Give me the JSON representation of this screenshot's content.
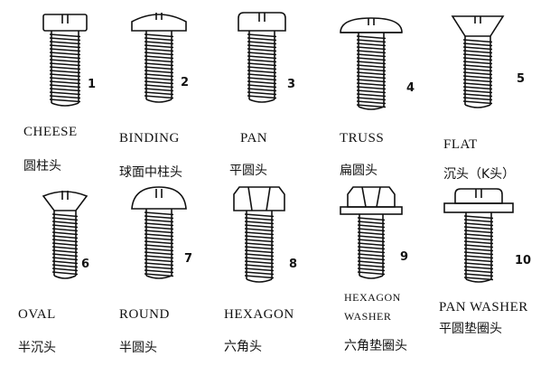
{
  "items": [
    {
      "number": "1",
      "name_en": "CHEESE",
      "name_zh": "圆柱头",
      "head": "cheese"
    },
    {
      "number": "2",
      "name_en": "BINDING",
      "name_zh": "球面中柱头",
      "head": "binding"
    },
    {
      "number": "3",
      "name_en": "PAN",
      "name_zh": "平圆头",
      "head": "pan"
    },
    {
      "number": "4",
      "name_en": "TRUSS",
      "name_zh": "扁圆头",
      "head": "truss"
    },
    {
      "number": "5",
      "name_en": "FLAT",
      "name_zh": "沉头（K头）",
      "head": "flat"
    },
    {
      "number": "6",
      "name_en": "OVAL",
      "name_zh": "半沉头",
      "head": "oval"
    },
    {
      "number": "7",
      "name_en": "ROUND",
      "name_zh": "半圆头",
      "head": "round"
    },
    {
      "number": "8",
      "name_en": "HEXAGON",
      "name_zh": "六角头",
      "head": "hexagon"
    },
    {
      "number": "9",
      "name_en": "HEXAGON WASHER",
      "name_en_line1": "HEXAGON",
      "name_en_line2": "WASHER",
      "name_zh": "六角垫圈头",
      "head": "hexwasher"
    },
    {
      "number": "10",
      "name_en": "PAN WASHER",
      "name_zh": "平圆垫圈头",
      "head": "panwasher"
    }
  ]
}
